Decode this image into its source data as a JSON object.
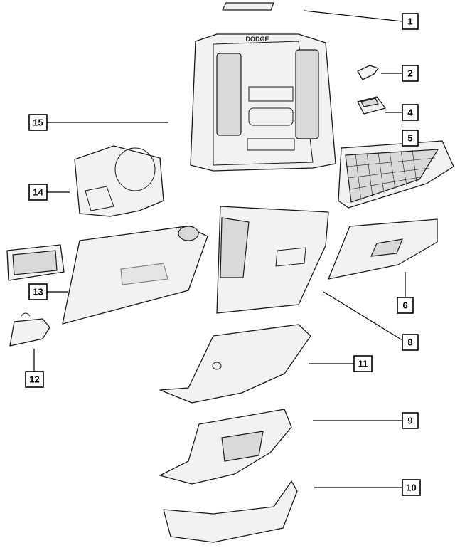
{
  "callouts": [
    {
      "id": "1",
      "label": "1"
    },
    {
      "id": "2",
      "label": "2"
    },
    {
      "id": "4",
      "label": "4"
    },
    {
      "id": "5",
      "label": "5"
    },
    {
      "id": "6",
      "label": "6"
    },
    {
      "id": "8",
      "label": "8"
    },
    {
      "id": "9",
      "label": "9"
    },
    {
      "id": "10",
      "label": "10"
    },
    {
      "id": "11",
      "label": "11"
    },
    {
      "id": "12",
      "label": "12"
    },
    {
      "id": "13",
      "label": "13"
    },
    {
      "id": "14",
      "label": "14"
    },
    {
      "id": "15",
      "label": "15"
    }
  ],
  "bezel_badge_text": "DODGE"
}
